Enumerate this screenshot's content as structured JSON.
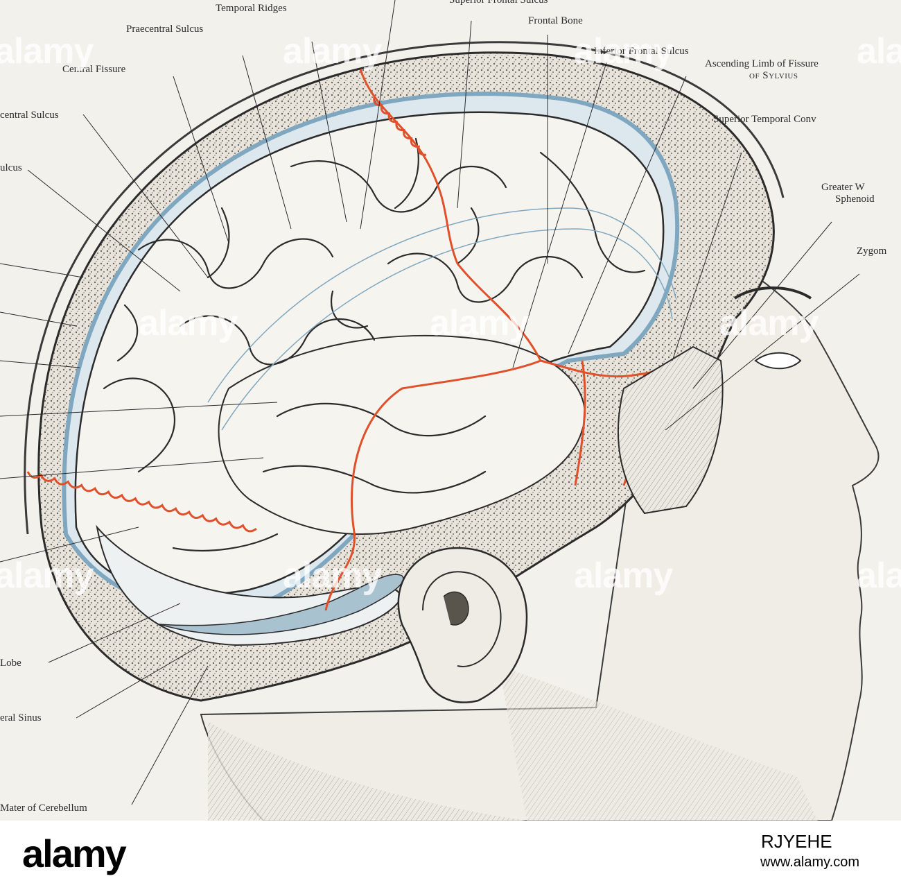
{
  "labels": {
    "temporal_ridges": "Temporal Ridges",
    "superior_frontal_sulcus": "Superior Frontal Sulcus",
    "frontal_bone": "Frontal Bone",
    "praecentral_sulcus": "Praecentral Sulcus",
    "central_fissure": "Central Fissure",
    "inferior_frontal_sulcus": "Inferior Frontal Sulcus",
    "ascending_limb_1": "Ascending Limb of Fissure",
    "ascending_limb_2": "of Sylvius",
    "postcentral_sulcus": "central Sulcus",
    "interparietal_sulcus": "ulcus",
    "superior_temporal_conv": "Superior Temporal Conv",
    "greater_wing_1": "Greater W",
    "greater_wing_2": "Sphenoid",
    "zygoma": "Zygom",
    "occipital_lobe": "Lobe",
    "lateral_sinus": "eral Sinus",
    "dura_mater": "Mater of Cerebellum"
  },
  "watermark": "alamy",
  "footer": {
    "logo": "alamy",
    "image_id": "RJYEHE",
    "url": "www.alamy.com"
  },
  "colors": {
    "artery": "#e0502a",
    "dura": "#7fa7c0",
    "ink": "#2b2b2b"
  }
}
